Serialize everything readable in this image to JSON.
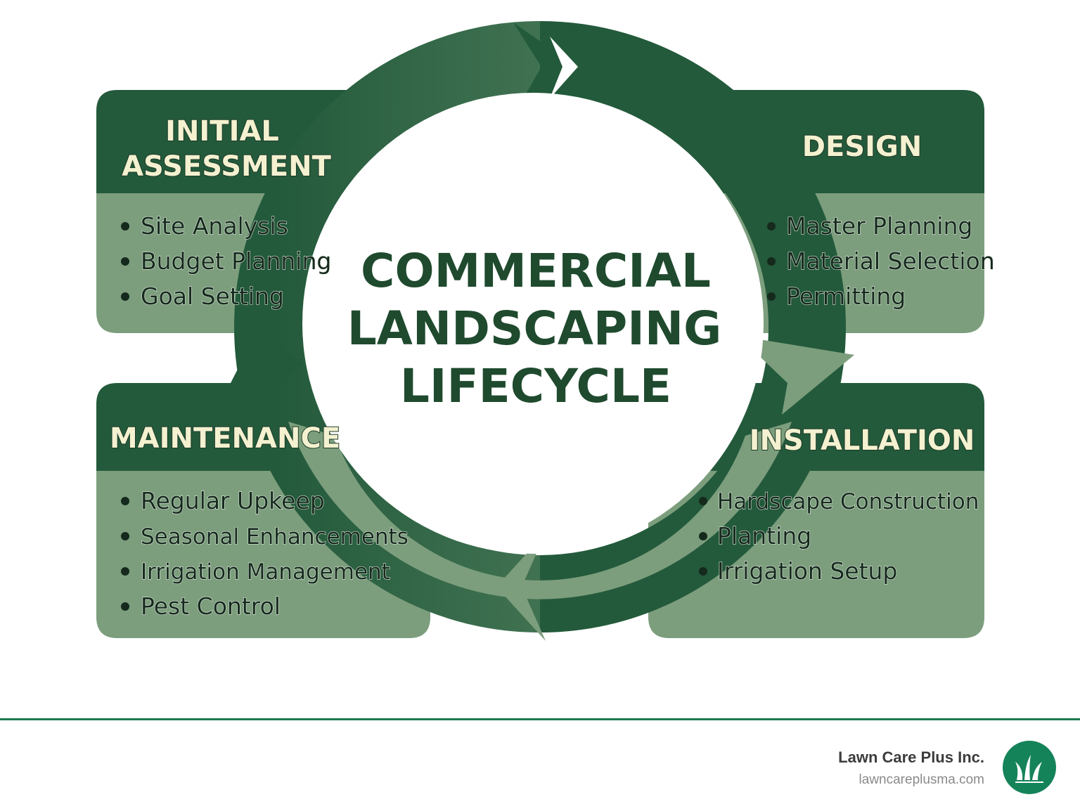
{
  "center_title": [
    "COMMERCIAL",
    "LANDSCAPING",
    "LIFECYCLE"
  ],
  "phases": [
    {
      "title_lines": [
        "INITIAL",
        "ASSESSMENT"
      ],
      "items": [
        "Site Analysis",
        "Budget Planning",
        "Goal Setting"
      ]
    },
    {
      "title_lines": [
        "DESIGN"
      ],
      "items": [
        "Master Planning",
        "Material Selection",
        "Permitting"
      ]
    },
    {
      "title_lines": [
        "INSTALLATION"
      ],
      "items": [
        "Hardscape Construction",
        "Planting",
        "Irrigation Setup"
      ]
    },
    {
      "title_lines": [
        "MAINTENANCE"
      ],
      "items": [
        "Regular Upkeep",
        "Seasonal Enhancements",
        "Irrigation Management",
        "Pest Control"
      ]
    }
  ],
  "footer": {
    "company": "Lawn Care Plus Inc.",
    "website": "lawncareplusma.com",
    "logo_icon": "grass-icon"
  },
  "colors": {
    "dark_green": "#235a3b",
    "light_green": "#7c9e7d",
    "footer_accent": "#1e7a4f"
  }
}
